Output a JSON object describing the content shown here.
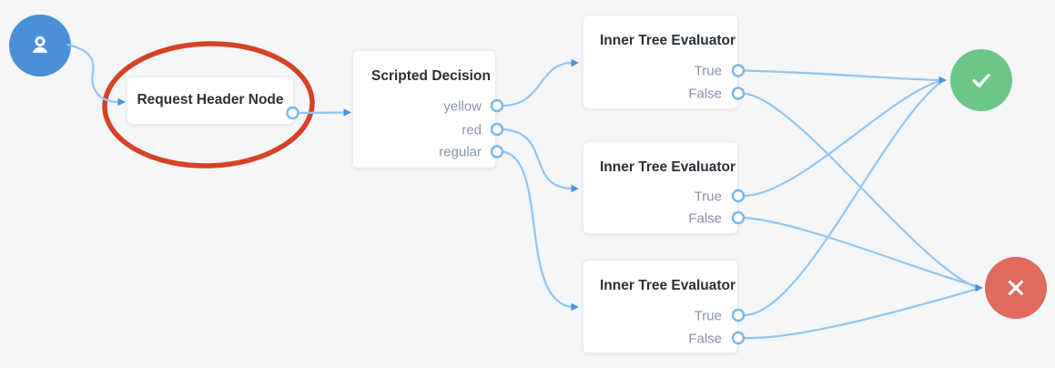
{
  "canvas": {
    "background_color": "#f4f6f8",
    "edge_color": "#93c5ed",
    "arrow_color": "#4a93dd",
    "port_stroke_color": "#79b7e6"
  },
  "annotation": {
    "type": "ellipse-highlight",
    "color": "#d64224",
    "around": "Request Header Node"
  },
  "nodes": {
    "start": {
      "icon": "user-icon",
      "color": "#4a90d9"
    },
    "request_header": {
      "title": "Request Header Node"
    },
    "scripted_decision": {
      "title": "Scripted Decision",
      "outcomes": [
        "yellow",
        "red",
        "regular"
      ]
    },
    "inner_tree_1": {
      "title": "Inner Tree Evaluator",
      "outcomes": [
        "True",
        "False"
      ]
    },
    "inner_tree_2": {
      "title": "Inner Tree Evaluator",
      "outcomes": [
        "True",
        "False"
      ]
    },
    "inner_tree_3": {
      "title": "Inner Tree Evaluator",
      "outcomes": [
        "True",
        "False"
      ]
    },
    "success": {
      "icon": "check-icon",
      "color": "#6bc787"
    },
    "failure": {
      "icon": "x-icon",
      "color": "#e06a5d"
    }
  },
  "edges": [
    {
      "from": "start",
      "to": "request_header"
    },
    {
      "from": "request_header",
      "to": "scripted_decision"
    },
    {
      "from": "scripted_decision",
      "outcome": "yellow",
      "to": "inner_tree_1"
    },
    {
      "from": "scripted_decision",
      "outcome": "red",
      "to": "inner_tree_2"
    },
    {
      "from": "scripted_decision",
      "outcome": "regular",
      "to": "inner_tree_3"
    },
    {
      "from": "inner_tree_1",
      "outcome": "True",
      "to": "success"
    },
    {
      "from": "inner_tree_1",
      "outcome": "False",
      "to": "failure"
    },
    {
      "from": "inner_tree_2",
      "outcome": "True",
      "to": "success"
    },
    {
      "from": "inner_tree_2",
      "outcome": "False",
      "to": "failure"
    },
    {
      "from": "inner_tree_3",
      "outcome": "True",
      "to": "success"
    },
    {
      "from": "inner_tree_3",
      "outcome": "False",
      "to": "failure"
    }
  ]
}
